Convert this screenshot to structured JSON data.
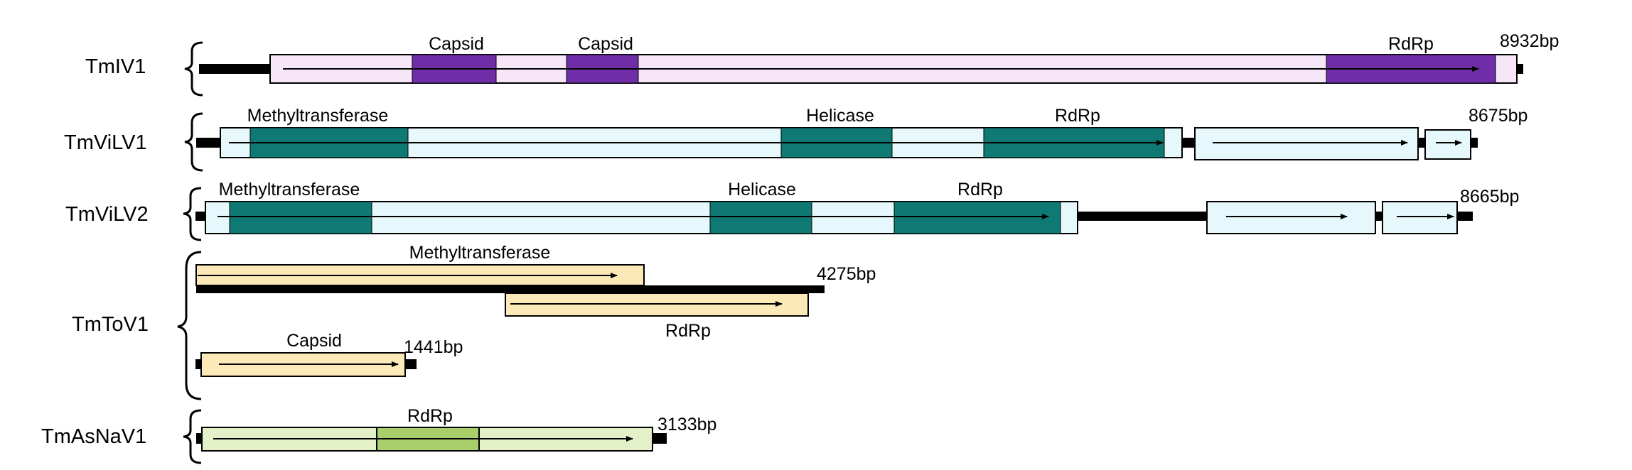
{
  "colors": {
    "capsid_purple": "#6f2da8",
    "purple_light": "#f6e6f8",
    "teal": "#0f7a73",
    "cyan_light": "#e6f8fb",
    "yellow_light": "#fbe9b8",
    "green_light": "#e4f0c8",
    "green_domain": "#a9cf6b",
    "outline": "#000000"
  },
  "viruses": [
    {
      "name": "TmIV1",
      "segments": [
        {
          "length_label": "8932bp",
          "domains": [
            {
              "label": "Capsid",
              "color": "capsid_purple"
            },
            {
              "label": "Capsid",
              "color": "capsid_purple"
            },
            {
              "label": "RdRp",
              "color": "capsid_purple"
            }
          ]
        }
      ]
    },
    {
      "name": "TmViLV1",
      "segments": [
        {
          "length_label": "8675bp",
          "domains": [
            {
              "label": "Methyltransferase",
              "color": "teal"
            },
            {
              "label": "Helicase",
              "color": "teal"
            },
            {
              "label": "RdRp",
              "color": "teal"
            }
          ]
        }
      ]
    },
    {
      "name": "TmViLV2",
      "segments": [
        {
          "length_label": "8665bp",
          "domains": [
            {
              "label": "Methyltransferase",
              "color": "teal"
            },
            {
              "label": "Helicase",
              "color": "teal"
            },
            {
              "label": "RdRp",
              "color": "teal"
            }
          ]
        }
      ]
    },
    {
      "name": "TmToV1",
      "segments": [
        {
          "length_label": "4275bp",
          "domains": [
            {
              "label": "Methyltransferase",
              "color": "yellow_light"
            },
            {
              "label": "RdRp",
              "color": "yellow_light"
            }
          ]
        },
        {
          "length_label": "1441bp",
          "domains": [
            {
              "label": "Capsid",
              "color": "yellow_light"
            }
          ]
        }
      ]
    },
    {
      "name": "TmAsNaV1",
      "segments": [
        {
          "length_label": "3133bp",
          "domains": [
            {
              "label": "RdRp",
              "color": "green_domain"
            }
          ]
        }
      ]
    }
  ]
}
